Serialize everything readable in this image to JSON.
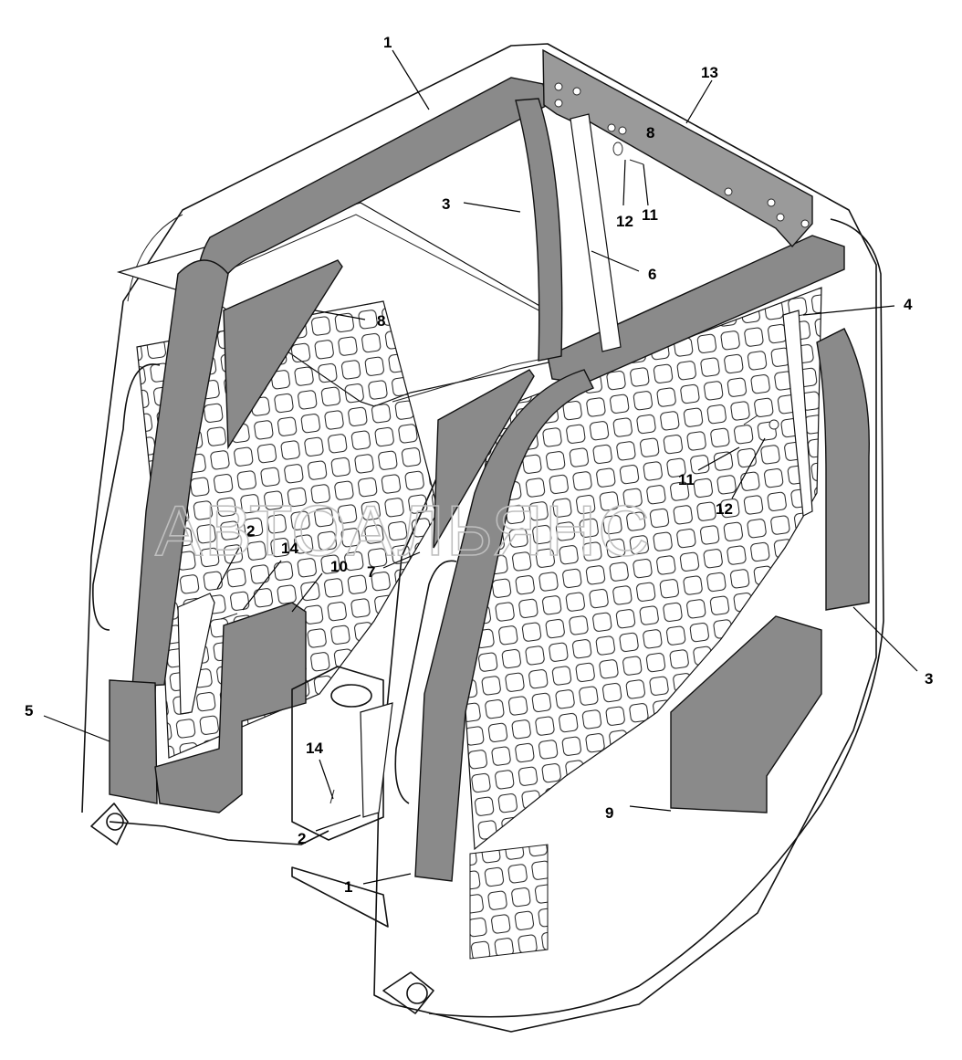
{
  "watermark": "АВТОАЛЬЯНС",
  "callouts": [
    {
      "id": "c1a",
      "label": "1"
    },
    {
      "id": "c1b",
      "label": "1"
    },
    {
      "id": "c2a",
      "label": "2"
    },
    {
      "id": "c2b",
      "label": "2"
    },
    {
      "id": "c3a",
      "label": "3"
    },
    {
      "id": "c3b",
      "label": "3"
    },
    {
      "id": "c4",
      "label": "4"
    },
    {
      "id": "c5",
      "label": "5"
    },
    {
      "id": "c6",
      "label": "6"
    },
    {
      "id": "c7",
      "label": "7"
    },
    {
      "id": "c8a",
      "label": "8"
    },
    {
      "id": "c8b",
      "label": "8"
    },
    {
      "id": "c9",
      "label": "9"
    },
    {
      "id": "c10",
      "label": "10"
    },
    {
      "id": "c11a",
      "label": "11"
    },
    {
      "id": "c11b",
      "label": "11"
    },
    {
      "id": "c12a",
      "label": "12"
    },
    {
      "id": "c12b",
      "label": "12"
    },
    {
      "id": "c13",
      "label": "13"
    },
    {
      "id": "c14a",
      "label": "14"
    },
    {
      "id": "c14b",
      "label": "14"
    }
  ],
  "colors": {
    "line": "#111111",
    "pad_fill": "#8a8a8a",
    "watermark": "#bfbfbf"
  }
}
